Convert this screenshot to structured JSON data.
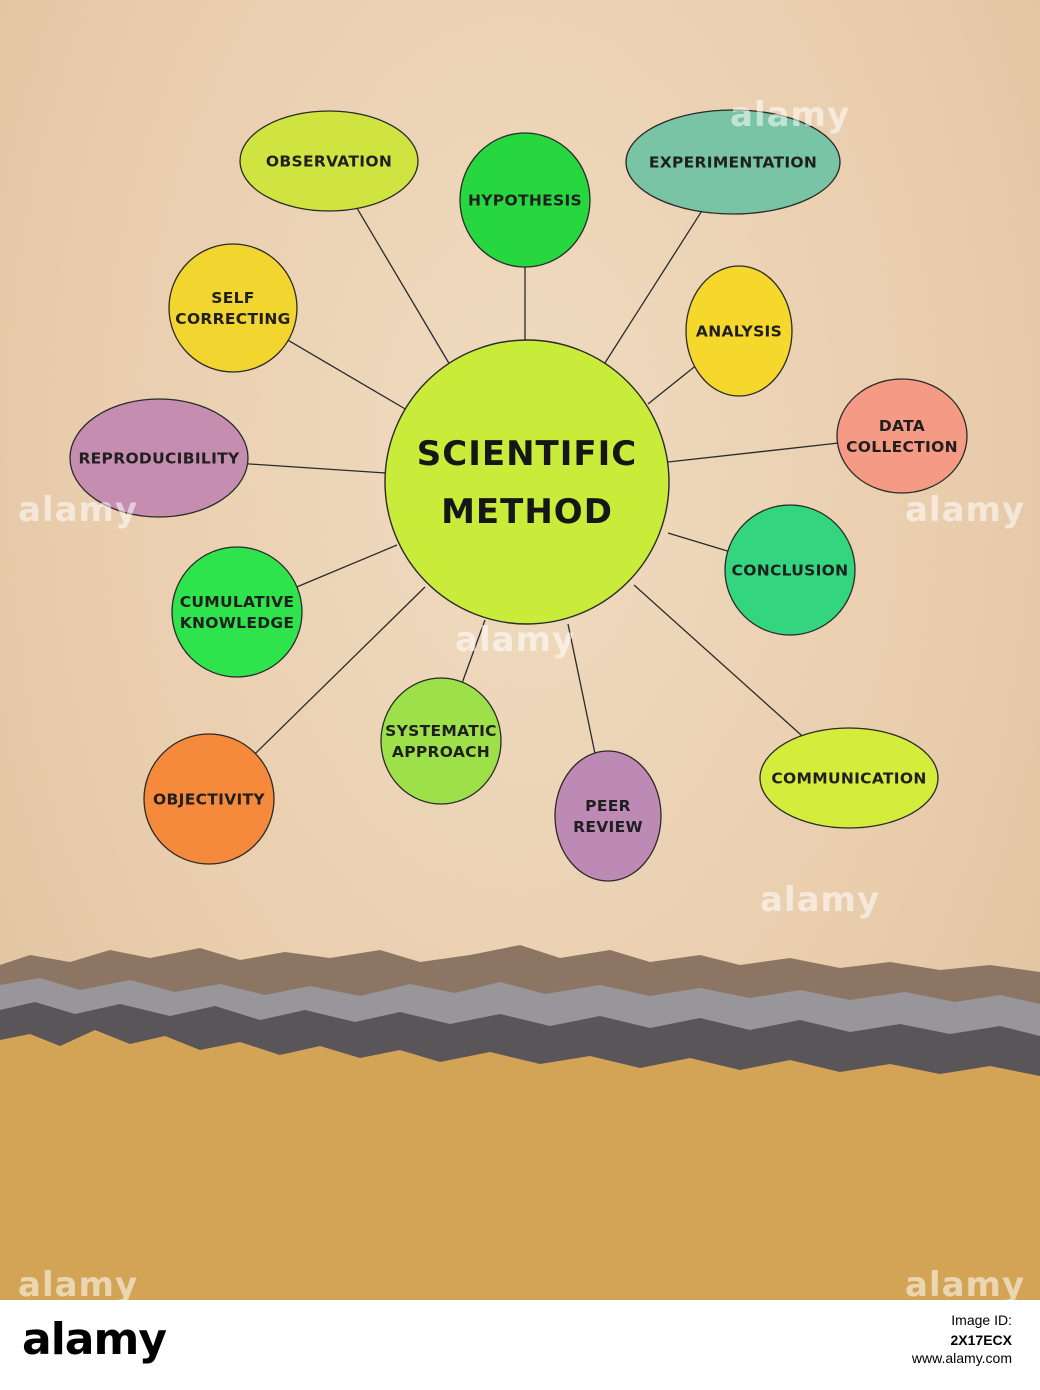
{
  "diagram": {
    "center": {
      "lines": [
        "SCIENTIFIC",
        "METHOD"
      ],
      "color": "#c9ec3a"
    },
    "nodes": [
      {
        "id": "observation",
        "lines": [
          "OBSERVATION"
        ],
        "color": "#cfe441"
      },
      {
        "id": "hypothesis",
        "lines": [
          "HYPOTHESIS"
        ],
        "color": "#27d73f"
      },
      {
        "id": "experimentation",
        "lines": [
          "EXPERIMENTATION"
        ],
        "color": "#78c4a4"
      },
      {
        "id": "self-correcting",
        "lines": [
          "SELF",
          "CORRECTING"
        ],
        "color": "#f3d52f"
      },
      {
        "id": "analysis",
        "lines": [
          "ANALYSIS"
        ],
        "color": "#f6d72b"
      },
      {
        "id": "data-collection",
        "lines": [
          "DATA",
          "COLLECTION"
        ],
        "color": "#f59a85"
      },
      {
        "id": "reproducibility",
        "lines": [
          "REPRODUCIBILITY"
        ],
        "color": "#c58eb0"
      },
      {
        "id": "conclusion",
        "lines": [
          "CONCLUSION"
        ],
        "color": "#33d67f"
      },
      {
        "id": "cumulative-knowledge",
        "lines": [
          "CUMULATIVE",
          "KNOWLEDGE"
        ],
        "color": "#2ee34b"
      },
      {
        "id": "systematic-approach",
        "lines": [
          "SYSTEMATIC",
          "APPROACH"
        ],
        "color": "#9de049"
      },
      {
        "id": "peer-review",
        "lines": [
          "PEER",
          "REVIEW"
        ],
        "color": "#bd8ab6"
      },
      {
        "id": "communication",
        "lines": [
          "COMMUNICATION"
        ],
        "color": "#d4ec3c"
      },
      {
        "id": "objectivity",
        "lines": [
          "OBJECTIVITY"
        ],
        "color": "#f58a3c"
      }
    ]
  },
  "watermark": "alamy",
  "footer": {
    "logo": "alamy",
    "image_id_label": "Image ID:",
    "image_id": "2X17ECX",
    "url": "www.alamy.com"
  }
}
